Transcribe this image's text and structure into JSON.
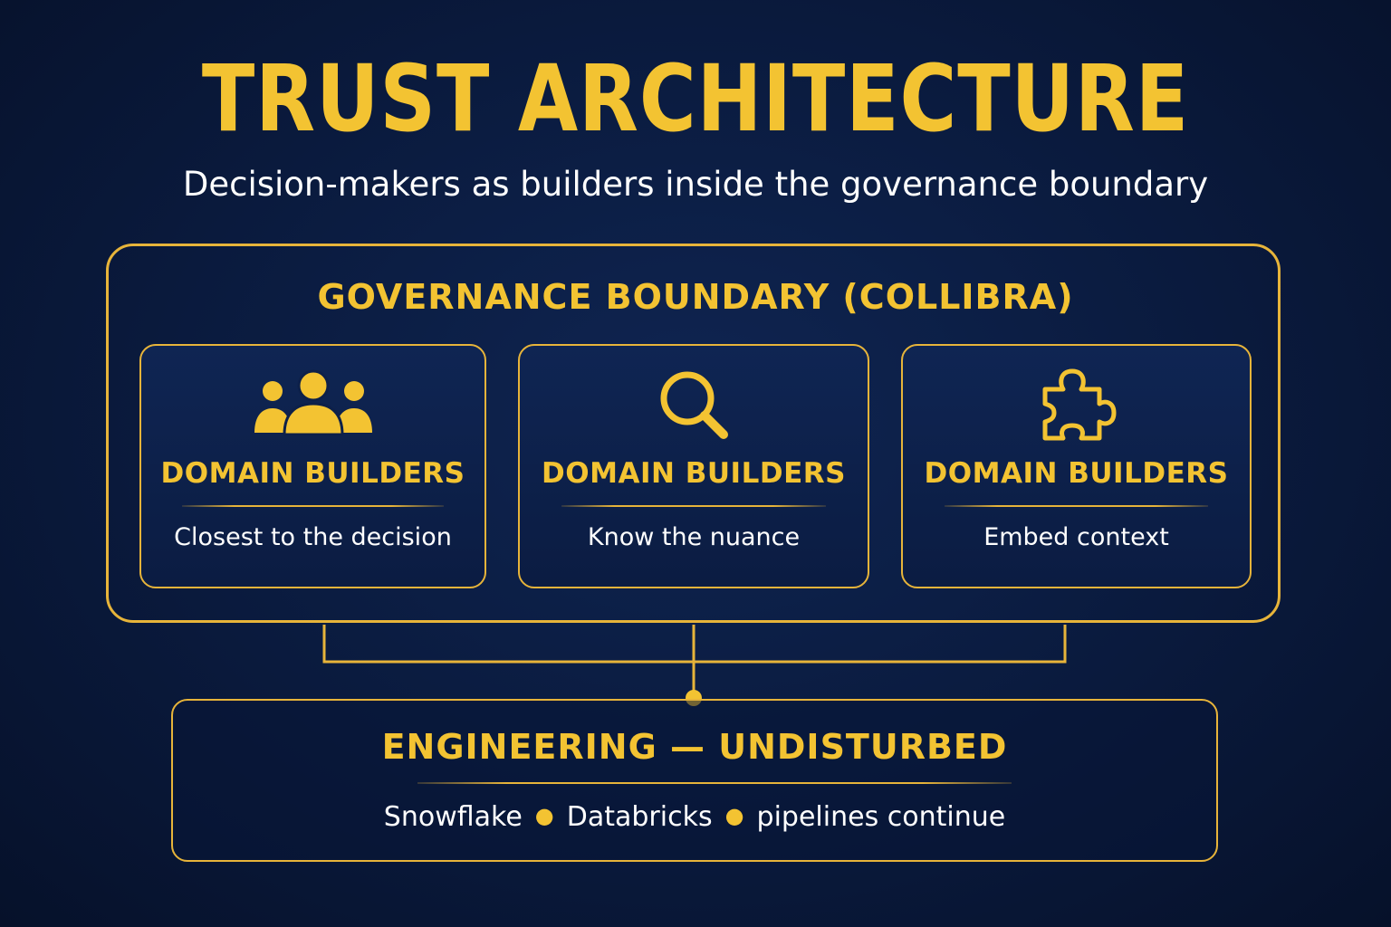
{
  "header": {
    "title": "TRUST ARCHITECTURE",
    "subtitle": "Decision-makers as builders inside the governance boundary"
  },
  "boundary": {
    "title": "GOVERNANCE BOUNDARY (COLLIBRA)",
    "cards": [
      {
        "icon": "people-group-icon",
        "title": "DOMAIN BUILDERS",
        "text": "Closest to the decision"
      },
      {
        "icon": "magnifying-glass-icon",
        "title": "DOMAIN BUILDERS",
        "text": "Know the nuance"
      },
      {
        "icon": "puzzle-piece-icon",
        "title": "DOMAIN BUILDERS",
        "text": "Embed context"
      }
    ]
  },
  "engineering": {
    "title": "ENGINEERING — UNDISTURBED",
    "items": [
      "Snowflake",
      "Databricks",
      "pipelines continue"
    ]
  },
  "colors": {
    "background": "#0a1a3d",
    "accent_gold": "#f3c332",
    "border_gold": "#e7b43a",
    "text_white": "#ffffff"
  }
}
